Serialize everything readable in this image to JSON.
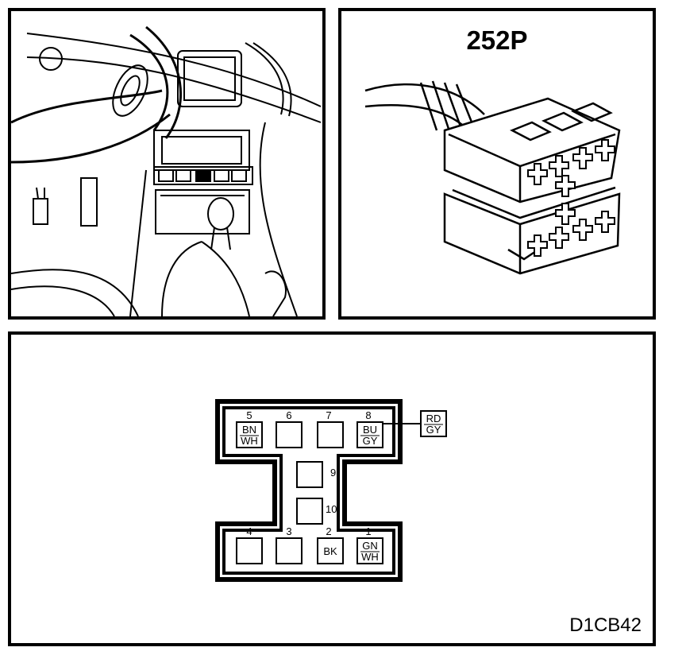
{
  "connector": {
    "title": "252P",
    "figure_id": "D1CB42",
    "pins": [
      {
        "num": "5",
        "wire1": "BN",
        "wire2": "WH"
      },
      {
        "num": "6",
        "wire1": "",
        "wire2": ""
      },
      {
        "num": "7",
        "wire1": "",
        "wire2": ""
      },
      {
        "num": "8",
        "wire1": "BU",
        "wire2": "GY"
      },
      {
        "num": "9",
        "wire1": "",
        "wire2": ""
      },
      {
        "num": "10",
        "wire1": "",
        "wire2": ""
      },
      {
        "num": "4",
        "wire1": "",
        "wire2": ""
      },
      {
        "num": "3",
        "wire1": "",
        "wire2": ""
      },
      {
        "num": "2",
        "wire1": "BK",
        "wire2": ""
      },
      {
        "num": "1",
        "wire1": "GN",
        "wire2": "WH"
      }
    ],
    "external_wire": {
      "wire1": "RD",
      "wire2": "GY"
    }
  }
}
